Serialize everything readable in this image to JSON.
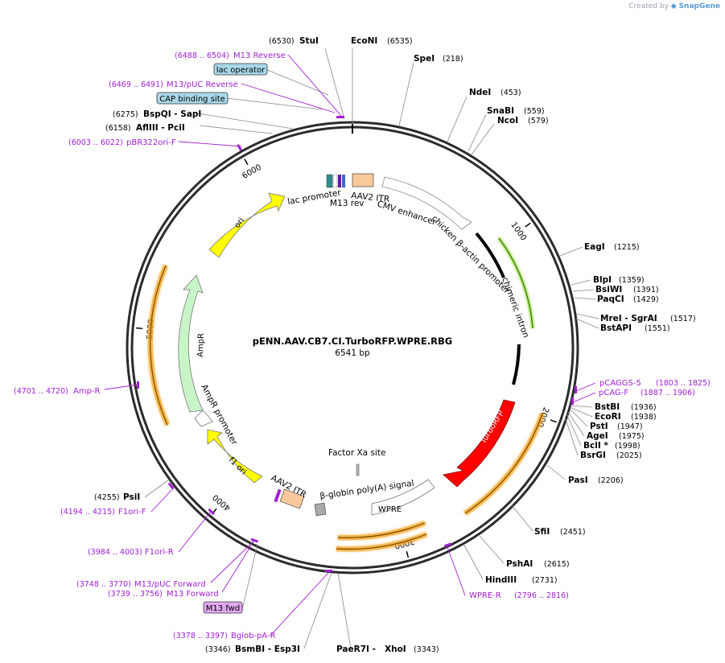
{
  "credit": {
    "prefix": "Created by",
    "brand": "SnapGene"
  },
  "plasmid": {
    "name": "pENN.AAV.CB7.CI.TurboRFP.WPRE.RBG",
    "length_label": "6541 bp",
    "length": 6541
  },
  "ticks": [
    {
      "pos": 1000,
      "label": "1000"
    },
    {
      "pos": 2000,
      "label": "2000"
    },
    {
      "pos": 3000,
      "label": "3000"
    },
    {
      "pos": 4000,
      "label": "4000"
    },
    {
      "pos": 5000,
      "label": "5000"
    },
    {
      "pos": 6000,
      "label": "6000"
    }
  ],
  "enzymes": [
    {
      "name": "StuI",
      "pos": "(6530)"
    },
    {
      "name": "EcoNI",
      "pos": "(6535)"
    },
    {
      "name": "SpeI",
      "pos": "(218)"
    },
    {
      "name": "NdeI",
      "pos": "(453)"
    },
    {
      "name": "SnaBI",
      "pos": "(559)"
    },
    {
      "name": "NcoI",
      "pos": "(579)"
    },
    {
      "name": "EagI",
      "pos": "(1215)"
    },
    {
      "name": "BlpI",
      "pos": "(1359)"
    },
    {
      "name": "BsiWI",
      "pos": "(1391)"
    },
    {
      "name": "PaqCI",
      "pos": "(1429)"
    },
    {
      "name": "MreI - SgrAI",
      "pos": "(1517)"
    },
    {
      "name": "BstAPI",
      "pos": "(1551)"
    },
    {
      "name": "BstBI",
      "pos": "(1936)"
    },
    {
      "name": "EcoRI",
      "pos": "(1938)"
    },
    {
      "name": "PstI",
      "pos": "(1947)"
    },
    {
      "name": "AgeI",
      "pos": "(1975)"
    },
    {
      "name": "BclI *",
      "pos": "(1998)"
    },
    {
      "name": "BsrGI",
      "pos": "(2025)"
    },
    {
      "name": "PasI",
      "pos": "(2206)"
    },
    {
      "name": "SfiI",
      "pos": "(2451)"
    },
    {
      "name": "PshAI",
      "pos": "(2615)"
    },
    {
      "name": "HindIII",
      "pos": "(2731)"
    },
    {
      "name": "XhoI",
      "pos": "(3343)"
    },
    {
      "name": "PaeR7I -",
      "pos": ""
    },
    {
      "name": "BsmBI - Esp3I",
      "pos": "(3346)"
    },
    {
      "name": "PsiI",
      "pos": "(4255)"
    },
    {
      "name": "AflIII - PciI",
      "pos": "(6158)"
    },
    {
      "name": "BspQI - SapI",
      "pos": "(6275)"
    }
  ],
  "primers": [
    {
      "name": "M13 Reverse",
      "pos": "(6488 .. 6504)"
    },
    {
      "name": "M13/pUC Reverse",
      "pos": "(6469 .. 6491)"
    },
    {
      "name": "pBR322ori-F",
      "pos": "(6003 .. 6022)"
    },
    {
      "name": "pCAGGS-5",
      "pos": "(1803 .. 1825)"
    },
    {
      "name": "pCAG-F",
      "pos": "(1887 .. 1906)"
    },
    {
      "name": "Amp-R",
      "pos": "(4701 .. 4720)"
    },
    {
      "name": "F1ori-F",
      "pos": "(4194 .. 4215)"
    },
    {
      "name": "F1ori-R",
      "pos": "(3984 .. 4003)"
    },
    {
      "name": "M13/pUC Forward",
      "pos": "(3748 .. 3770)"
    },
    {
      "name": "M13 Forward",
      "pos": "(3739 .. 3756)"
    },
    {
      "name": "Bglob-pA-R",
      "pos": "(3378 .. 3397)"
    },
    {
      "name": "WPRE-R",
      "pos": "(2796 .. 2816)"
    }
  ],
  "boxed_labels": [
    {
      "name": "lac operator",
      "color": "#a8d8e8"
    },
    {
      "name": "CAP binding site",
      "color": "#a8d8e8"
    },
    {
      "name": "M13 fwd",
      "color": "#e0a8f0"
    }
  ],
  "features": [
    {
      "name": "lac promoter"
    },
    {
      "name": "M13 rev"
    },
    {
      "name": "AAV2 ITR"
    },
    {
      "name": "CMV enhancer"
    },
    {
      "name": "chicken β-actin promoter"
    },
    {
      "name": "chimeric intron"
    },
    {
      "name": "TurboRFP"
    },
    {
      "name": "WPRE"
    },
    {
      "name": "β-globin poly(A) signal"
    },
    {
      "name": "Factor Xa site"
    },
    {
      "name": "AAV2 ITR"
    },
    {
      "name": "f1 ori"
    },
    {
      "name": "AmpR promoter"
    },
    {
      "name": "AmpR"
    },
    {
      "name": "ori"
    }
  ],
  "colors": {
    "backbone": "#2b2b2b",
    "ori": "#ffff00",
    "ampr": "#c8f5c8",
    "turborfp": "#ff0000",
    "itr": "#f9c89b",
    "wpre": "#ffffff",
    "primer": "#a020d0",
    "intron": "#b5e67a",
    "orange_ring": "#f5a623"
  }
}
